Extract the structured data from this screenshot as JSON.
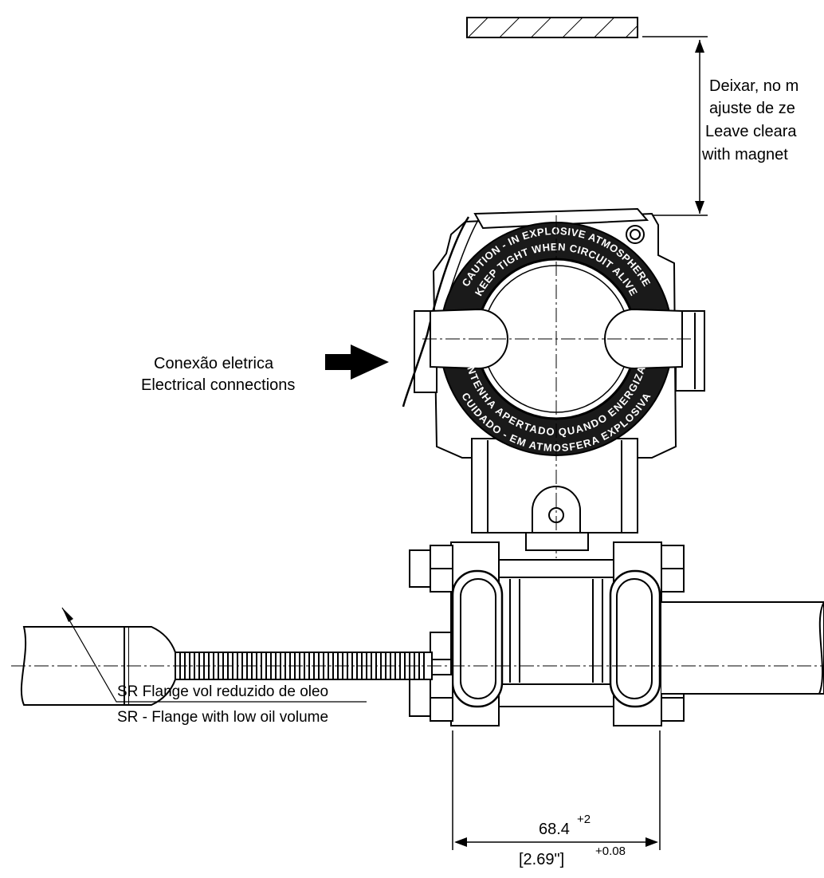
{
  "clearance_note": {
    "lines": [
      "Deixar, no m",
      "ajuste de ze",
      "Leave cleara",
      "with magnet"
    ]
  },
  "electrical_label": {
    "pt": "Conexão eletrica",
    "en": "Electrical connections"
  },
  "flange_label": {
    "pt": "SR Flange vol reduzido de oleo",
    "en": "SR - Flange with low oil volume"
  },
  "dimension": {
    "value_mm": "68.4",
    "tol_mm": "+2",
    "value_in": "[2.69\"]",
    "tol_in": "+0.08"
  },
  "housing_ring": {
    "top_outer": "CAUTION - IN EXPLOSIVE ATMOSPHERE",
    "top_inner": "KEEP TIGHT WHEN CIRCUIT ALIVE",
    "bottom_outer": "CUIDADO - EM ATMOSFERA EXPLOSIVA",
    "bottom_inner": "MANTENHA APERTADO QUANDO ENERGIZADO"
  }
}
